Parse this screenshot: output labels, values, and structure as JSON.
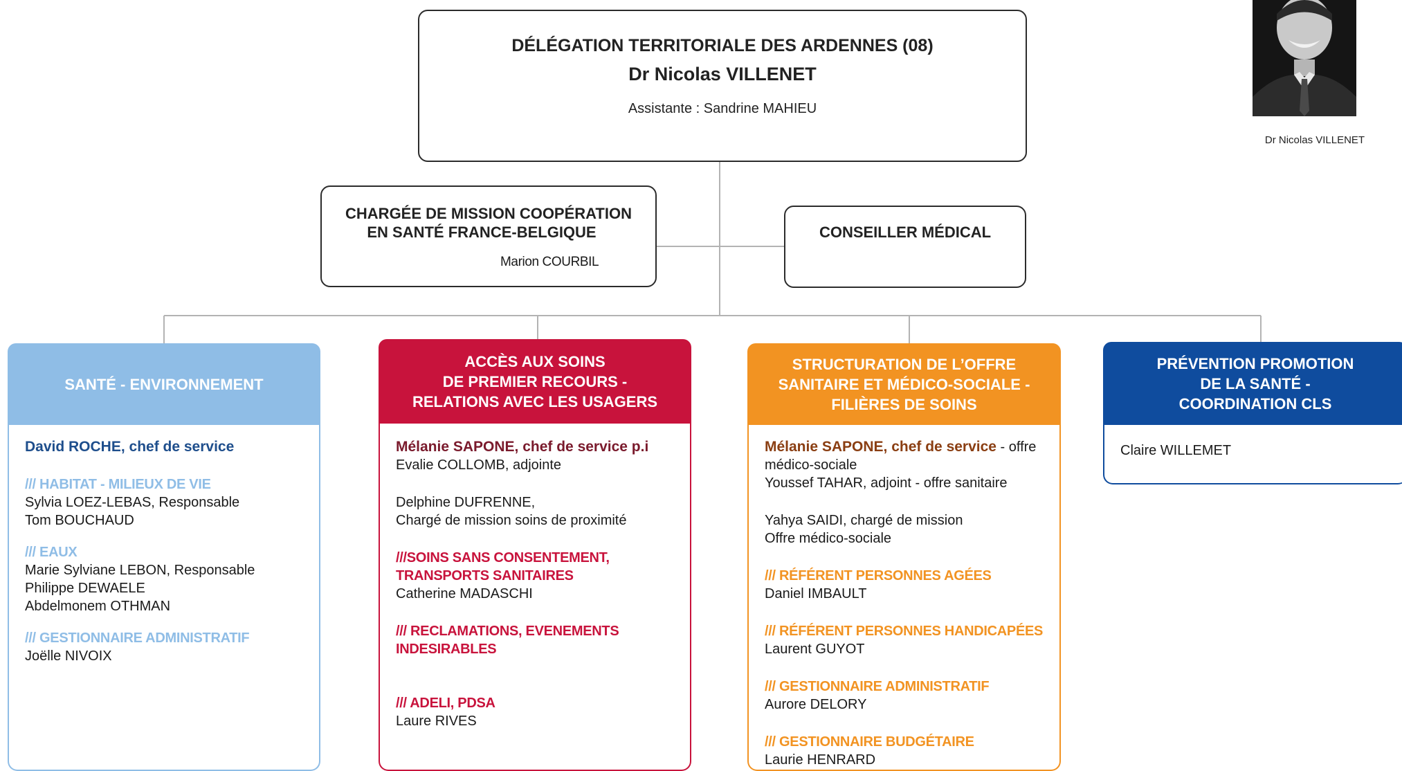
{
  "top": {
    "title": "DÉLÉGATION TERRITORIALE DES ARDENNES (08)",
    "director": "Dr Nicolas VILLENET",
    "assistant": "Assistante : Sandrine MAHIEU"
  },
  "photo": {
    "caption": "Dr Nicolas VILLENET"
  },
  "mission": {
    "title_line1": "CHARGÉE DE MISSION COOPÉRATION",
    "title_line2": "EN SANTÉ FRANCE-BELGIQUE",
    "person": "Marion COURBIL"
  },
  "medical": {
    "title": "CONSEILLER MÉDICAL"
  },
  "colors": {
    "sante": "#8fbde6",
    "sante_dark": "#1e4e8c",
    "acces": "#c8133c",
    "acces_dark": "#7a1a2c",
    "structuration": "#f29322",
    "structuration_dark": "#8a3e12",
    "prevention": "#0f4c9e"
  },
  "columns": {
    "sante": {
      "header": [
        "SANTÉ - ENVIRONNEMENT"
      ],
      "chief": "David ROCHE, chef de service",
      "s1_title": "/// HABITAT - MILIEUX DE VIE",
      "s1_p1": "Sylvia LOEZ-LEBAS, Responsable",
      "s1_p2": "Tom BOUCHAUD",
      "s2_title": "/// EAUX",
      "s2_p1": "Marie Sylviane LEBON, Responsable",
      "s2_p2": "Philippe DEWAELE",
      "s2_p3": "Abdelmonem OTHMAN",
      "s3_title": "/// GESTIONNAIRE ADMINISTRATIF",
      "s3_p1": "Joëlle NIVOIX"
    },
    "acces": {
      "header": [
        "ACCÈS AUX SOINS",
        "DE PREMIER RECOURS -",
        "RELATIONS AVEC LES USAGERS"
      ],
      "chief": "Mélanie SAPONE, chef de service  p.i",
      "deputy": "Evalie COLLOMB, adjointe",
      "p2_name": "Delphine DUFRENNE,",
      "p2_role": "Chargé de mission soins de proximité",
      "s1_title1": "///SOINS SANS CONSENTEMENT,",
      "s1_title2": "TRANSPORTS SANITAIRES",
      "s1_p1": "Catherine MADASCHI",
      "s2_title1": "/// RECLAMATIONS, EVENEMENTS",
      "s2_title2": "INDESIRABLES",
      "s3_title": "/// ADELI, PDSA",
      "s3_p1": "Laure RIVES"
    },
    "structuration": {
      "header": [
        "STRUCTURATION DE L’OFFRE",
        "SANITAIRE ET MÉDICO-SOCIALE -",
        "FILIÈRES DE SOINS"
      ],
      "chief": "Mélanie SAPONE, chef de service",
      "chief_suffix": " - offre",
      "chief_line2": "médico-sociale",
      "deputy": "Youssef TAHAR, adjoint - offre sanitaire",
      "p2_name": "Yahya SAIDI, chargé de mission",
      "p2_role": "Offre médico-sociale",
      "s1_title": "/// RÉFÉRENT PERSONNES AGÉES",
      "s1_p1": "Daniel IMBAULT",
      "s2_title": "/// RÉFÉRENT PERSONNES HANDICAPÉES",
      "s2_p1": "Laurent GUYOT",
      "s3_title": "/// GESTIONNAIRE ADMINISTRATIF",
      "s3_p1": "Aurore DELORY",
      "s4_title": "/// GESTIONNAIRE BUDGÉTAIRE",
      "s4_p1": "Laurie HENRARD"
    },
    "prevention": {
      "header": [
        "PRÉVENTION PROMOTION",
        "DE LA SANTÉ -",
        "COORDINATION CLS"
      ],
      "p1": "Claire WILLEMET"
    }
  }
}
